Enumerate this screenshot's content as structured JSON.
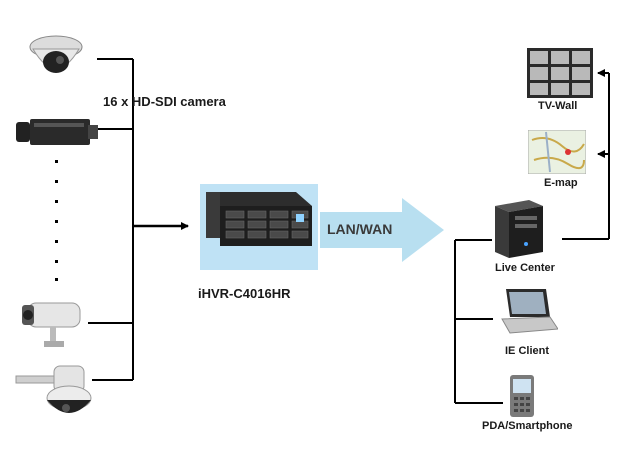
{
  "colors": {
    "line": "#000000",
    "lan_arrow": "#b8dff0",
    "lan_text": "#3a3a3a",
    "dvr_highlight": "#bfe2f5"
  },
  "cameras": {
    "label": "16 x HD-SDI camera",
    "items": [
      {
        "name": "dome-camera-icon"
      },
      {
        "name": "box-camera-icon"
      },
      {
        "name": "bullet-camera-icon"
      },
      {
        "name": "ptz-speed-dome-camera-icon"
      }
    ]
  },
  "dvr": {
    "label": "iHVR-C4016HR"
  },
  "network": {
    "label": "LAN/WAN"
  },
  "clients": {
    "tv_wall": "TV-Wall",
    "emap": "E-map",
    "live_center": "Live Center",
    "ie_client": "IE Client",
    "pda": "PDA/Smartphone"
  }
}
